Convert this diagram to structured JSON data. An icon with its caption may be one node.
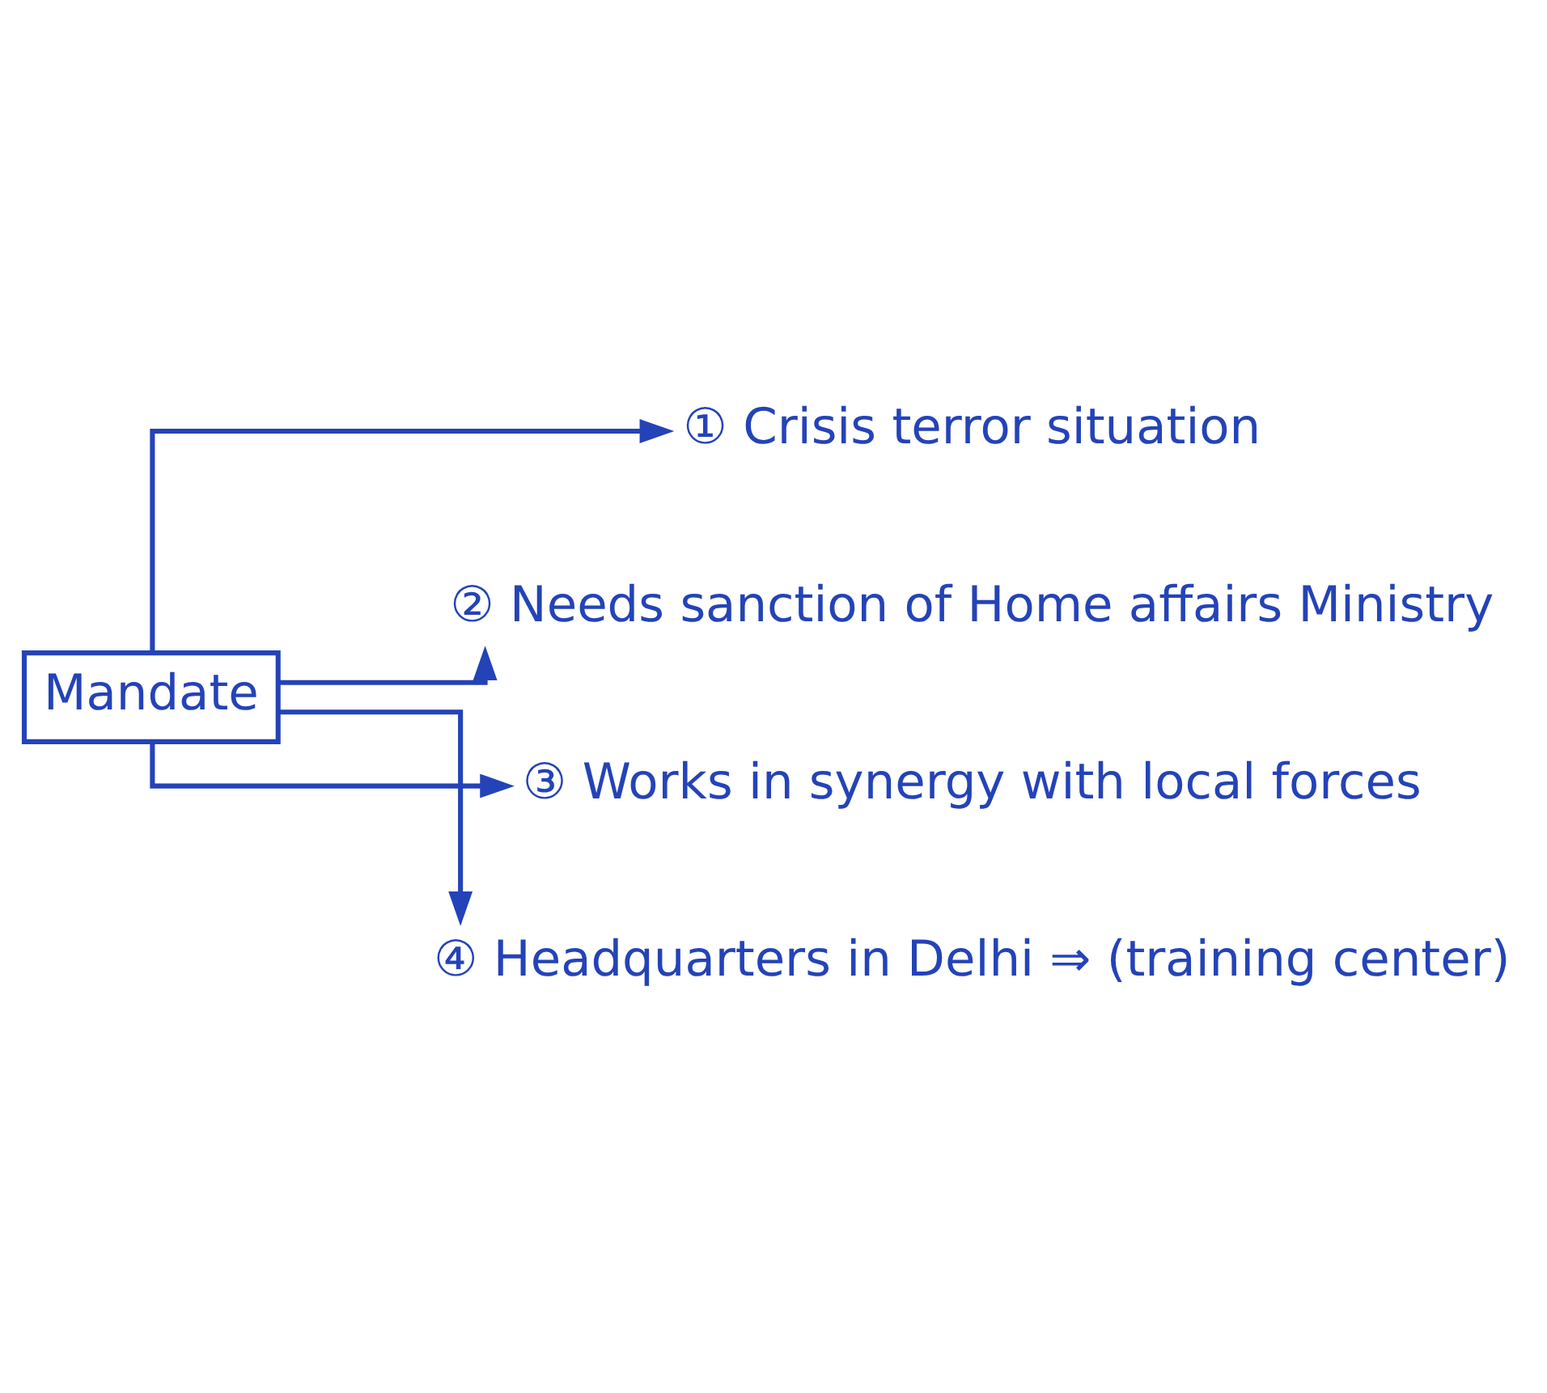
{
  "diagram": {
    "nodes": [
      {
        "text": [
          "Mandate"
        ]
      },
      {
        "text": [
          "① Crisis terror situation"
        ]
      },
      {
        "text": [
          "② Needs sanction of Home affairs Ministry"
        ]
      },
      {
        "text": [
          "③ Works in synergy with local forces"
        ]
      },
      {
        "text": [
          "④ Headquarters in Delhi ⇒ (training center)"
        ]
      }
    ],
    "edges": [
      {
        "from": 0,
        "to": 1,
        "arrow": "to"
      },
      {
        "from": 0,
        "to": 2,
        "arrow": "to"
      },
      {
        "from": 0,
        "to": 3,
        "arrow": "to"
      },
      {
        "from": 0,
        "to": 4,
        "arrow": "to"
      }
    ]
  }
}
